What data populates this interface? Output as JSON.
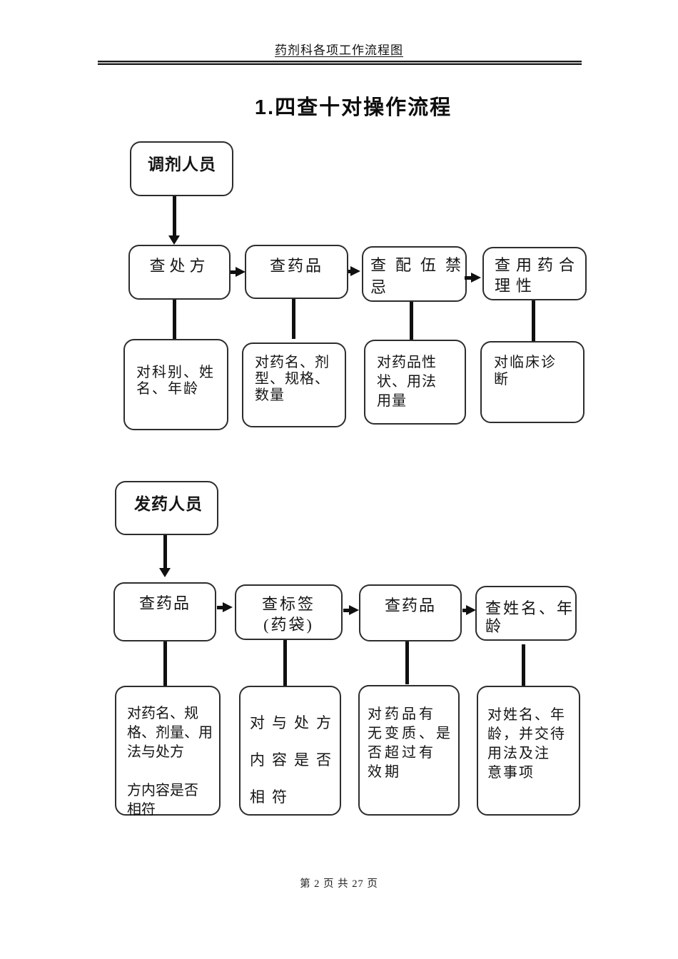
{
  "colors": {
    "ink": "#111111",
    "box_border": "#2d2d2d"
  },
  "header": {
    "doc_title": "药剂科各项工作流程图"
  },
  "page_title": "1.四查十对操作流程",
  "flowchart_dispensing": {
    "role": "调剂人员",
    "checks": [
      "查处方",
      "查药品",
      "查配伍禁\n忌",
      "查用药合\n理性"
    ],
    "verifications": [
      "对科别、姓\n名、年龄",
      "对药名、剂\n型、规格、\n数量",
      "对药品性\n状、用法\n用量",
      "对临床诊\n断"
    ]
  },
  "flowchart_delivery": {
    "role": "发药人员",
    "checks": [
      "查药品",
      "查标签\n(药袋)",
      "查药品",
      "查姓名、年\n龄"
    ],
    "verifications": [
      "对药名、规\n格、剂量、用\n法与处方\n\n方内容是否\n相符",
      "对与处方\n内容是否\n相符",
      "对药品有\n无变质、是\n否超过有\n效期",
      "对姓名、年\n龄，并交待\n用法及注\n意事项"
    ]
  },
  "footer": {
    "text": "第 2 页 共 27 页"
  }
}
